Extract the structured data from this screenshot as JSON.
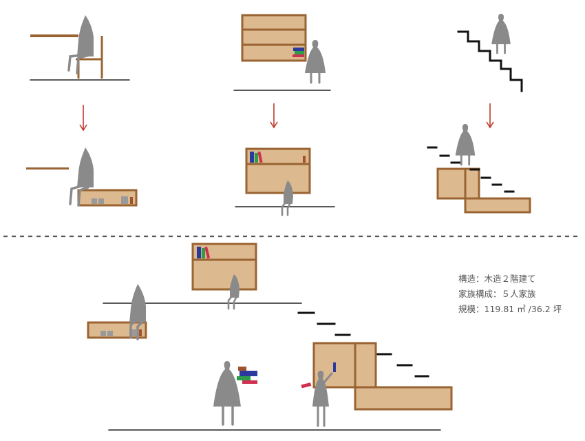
{
  "info": {
    "structure": "構造：木造２階建て",
    "family": "家族構成：５人家族",
    "scale": "規模：119.81 ㎡ /36.2 坪"
  },
  "colors": {
    "wood_fill": "#dcb98f",
    "wood_edge": "#9a6332",
    "figure": "#8a8a8a",
    "arrow": "#c0392b",
    "book_blue": "#2b3a9c",
    "book_green": "#2e9d4a",
    "book_red": "#d0304f",
    "book_brown": "#a0522d"
  }
}
